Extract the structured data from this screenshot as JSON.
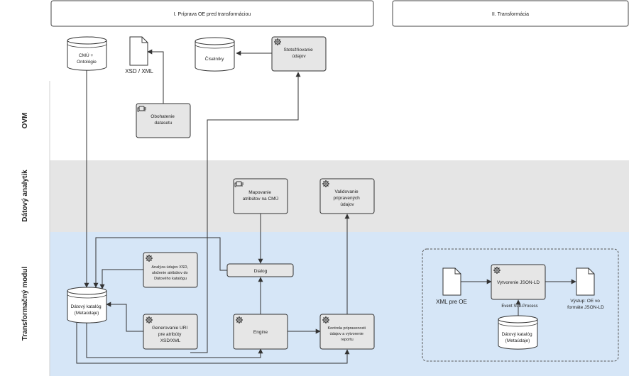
{
  "phases": {
    "phase1": "I. Príprava OE pred transformáciou",
    "phase2": "II. Transformácia"
  },
  "lanes": {
    "ovm": "OVM",
    "analytik": "Dátový analytik",
    "modul": "Transformačný modul"
  },
  "stores": {
    "cmu": [
      "CMÚ +",
      "Ontológie"
    ],
    "ciselniky": [
      "Číselníky"
    ],
    "katalog": [
      "Dátový katalóg",
      "(Metaúdaje)"
    ],
    "katalog2": [
      "Dátový katalóg",
      "(Metaúdaje)"
    ]
  },
  "documents": {
    "xsd": "XSD / XML",
    "xml_input": "XML pre OE",
    "output": [
      "Výstup: OE vo",
      "formáte JSON-LD"
    ]
  },
  "tasks": {
    "stotoznovanie": [
      "Stotožňovanie",
      "údajov"
    ],
    "obohatenie": [
      "Obohatenie",
      "datasetu"
    ],
    "mapovanie": [
      "Mapovanie",
      "atribútov na CMÚ"
    ],
    "validovanie": [
      "Validovanie",
      "pripravených",
      "údajov"
    ],
    "analyza": [
      "Analýza údajov XSD,",
      "uloženie atribútov do",
      "Dátového katalógu"
    ],
    "dialog": "Dialog",
    "generovanie": [
      "Generovanie URI",
      "pre atribúty",
      "XSD/XML"
    ],
    "engine": "Engine",
    "kontrola": [
      "Kontrola pripravenosti",
      "údajov a vytvorenie",
      "reportu"
    ],
    "jsonld": "Vytvorenie JSON-LD"
  },
  "subprocess_label": "Event Sub-Process",
  "colors": {
    "task_fill": "#e6e6e6",
    "lane_analytik": "#e5e5e5",
    "lane_modul": "#d6e6f7",
    "stroke": "#3a3a3a"
  }
}
